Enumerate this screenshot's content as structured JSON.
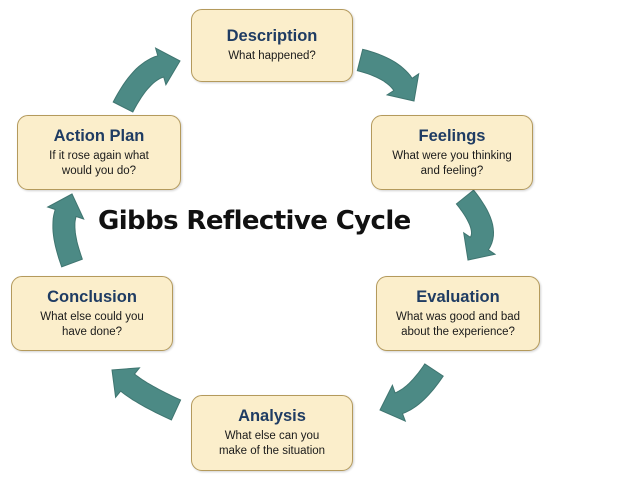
{
  "title": "Gibbs Reflective Cycle",
  "colors": {
    "arrow": "#4c8a85",
    "box_fill": "#fbeecb",
    "box_border": "#b49a5c",
    "heading": "#1f3c63"
  },
  "stages": [
    {
      "title": "Description",
      "subtitle": [
        "What happened?"
      ]
    },
    {
      "title": "Feelings",
      "subtitle": [
        "What were you thinking",
        "and feeling?"
      ]
    },
    {
      "title": "Evaluation",
      "subtitle": [
        "What was good and bad",
        "about the experience?"
      ]
    },
    {
      "title": "Analysis",
      "subtitle": [
        "What else can you",
        "make of the situation"
      ]
    },
    {
      "title": "Conclusion",
      "subtitle": [
        "What else could you",
        "have done?"
      ]
    },
    {
      "title": "Action Plan",
      "subtitle": [
        "If it rose again what",
        "would you do?"
      ]
    }
  ]
}
